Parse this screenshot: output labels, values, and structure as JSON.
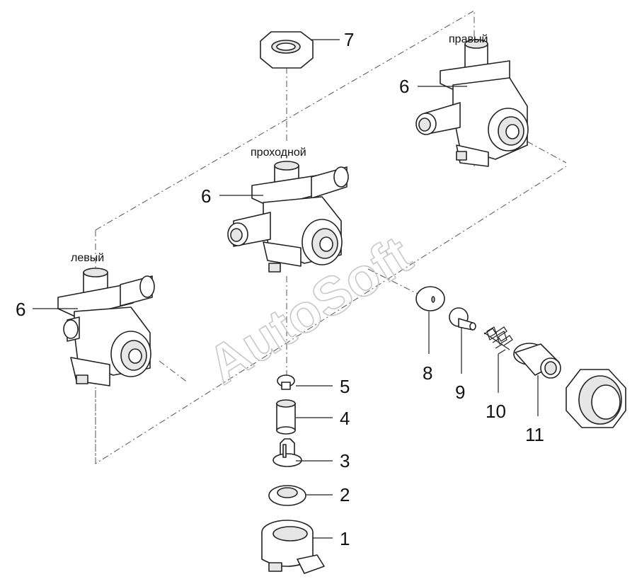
{
  "watermark": "AutoSoft",
  "labels": {
    "left_valve": "левый",
    "pass_valve": "проходной",
    "right_valve": "правый"
  },
  "callouts": {
    "c1": "1",
    "c2": "2",
    "c3": "3",
    "c4": "4",
    "c5": "5",
    "c6_left": "6",
    "c6_pass": "6",
    "c6_right": "6",
    "c7": "7",
    "c8": "8",
    "c9": "9",
    "c10": "10",
    "c11": "11"
  }
}
